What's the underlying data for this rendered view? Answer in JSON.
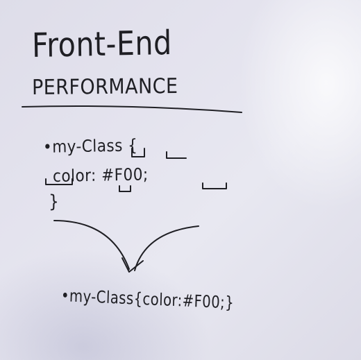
{
  "whiteboard": {
    "title": "Front-End",
    "subtitle": "PERFORMANCE",
    "code_before": {
      "line1": "•my-Class {",
      "line2": "color: #F00;",
      "line3": "}"
    },
    "code_after": "•my-Class{color:#F00;}"
  },
  "colors": {
    "ink": "#1f1f24",
    "board": "#e4e3ee"
  }
}
